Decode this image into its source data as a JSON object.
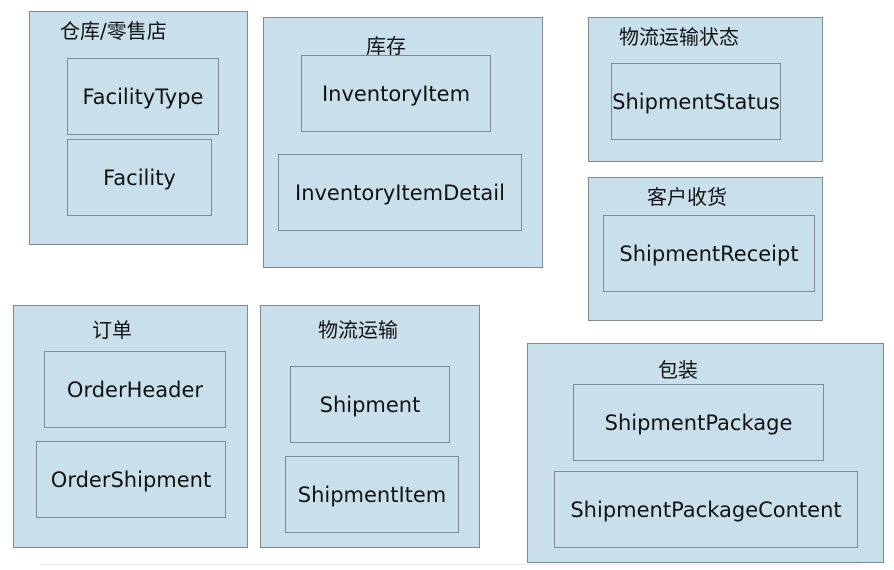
{
  "groups": {
    "warehouse": {
      "title": "仓库/零售店",
      "entities": [
        "FacilityType",
        "Facility"
      ]
    },
    "inventory": {
      "title": "库存",
      "entities": [
        "InventoryItem",
        "InventoryItemDetail"
      ]
    },
    "shipment_status": {
      "title": "物流运输状态",
      "entities": [
        "ShipmentStatus"
      ]
    },
    "customer_receipt": {
      "title": "客户收货",
      "entities": [
        "ShipmentReceipt"
      ]
    },
    "order": {
      "title": "订单",
      "entities": [
        "OrderHeader",
        "OrderShipment"
      ]
    },
    "shipment": {
      "title": "物流运输",
      "entities": [
        "Shipment",
        "ShipmentItem"
      ]
    },
    "package": {
      "title": "包装",
      "entities": [
        "ShipmentPackage",
        "ShipmentPackageContent"
      ]
    }
  }
}
